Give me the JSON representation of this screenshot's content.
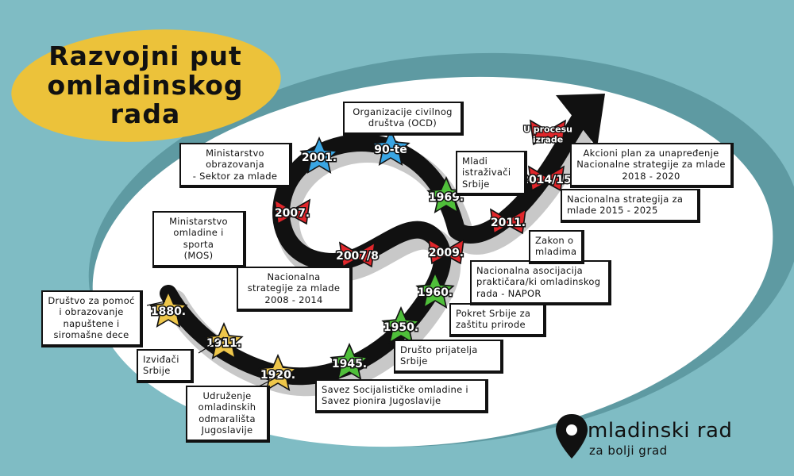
{
  "title": "Razvojni put\nomladinskog\nrada",
  "colors": {
    "background": "#7fbcc4",
    "ellipse": "#ffffff",
    "ellipse_ring": "#5e9aa2",
    "title_blob": "#ecc23a",
    "path": "#111111",
    "path_shadow": "#c8c8c8",
    "yellow": "#eec64a",
    "green": "#4fbf3a",
    "red": "#e0262b",
    "blue": "#3aa6e4"
  },
  "milestones": [
    {
      "year": "1880.",
      "color": "yellow",
      "kind": "star"
    },
    {
      "year": "1911.",
      "color": "yellow",
      "kind": "star"
    },
    {
      "year": "1920.",
      "color": "yellow",
      "kind": "star"
    },
    {
      "year": "1945.",
      "color": "green",
      "kind": "star"
    },
    {
      "year": "1950.",
      "color": "green",
      "kind": "star"
    },
    {
      "year": "1960.",
      "color": "green",
      "kind": "star"
    },
    {
      "year": "2009.",
      "color": "red",
      "kind": "bow"
    },
    {
      "year": "2007/8",
      "color": "red",
      "kind": "bow"
    },
    {
      "year": "2007.",
      "color": "red",
      "kind": "bow"
    },
    {
      "year": "2001.",
      "color": "blue",
      "kind": "star"
    },
    {
      "year": "90-te",
      "color": "blue",
      "kind": "star"
    },
    {
      "year": "1969.",
      "color": "green",
      "kind": "star"
    },
    {
      "year": "2011.",
      "color": "red",
      "kind": "bow"
    },
    {
      "year": "2014/15",
      "color": "red",
      "kind": "bow"
    },
    {
      "year": "U procesu\nizrade",
      "color": "red",
      "kind": "bow"
    }
  ],
  "boxes": [
    {
      "text": "Društvo za pomoć\ni obrazovanje\nnapuštene i\nsiromašne dece"
    },
    {
      "text": "Izviđači\nSrbije"
    },
    {
      "text": "Udruženje\nomladinskih\nodmarališta\nJugoslavije"
    },
    {
      "text": "Savez Socijalističke omladine i\nSavez pionira Jugoslavije"
    },
    {
      "text": "Društo prijatelja\nSrbije"
    },
    {
      "text": "Pokret Srbije za\nzaštitu prirode"
    },
    {
      "text": "Nacionalna asocijacija\npraktičara/ki omladinskog\nrada - NAPOR"
    },
    {
      "text": "Nacionalna\nstrategije za mlade\n2008 - 2014"
    },
    {
      "text": "Ministarstvo\nomladine i sporta\n(MOS)"
    },
    {
      "text": "Ministarstvo\nobrazovanja\n- Sektor za mlade"
    },
    {
      "text": "Organizacije civilnog\ndruštva (OCD)"
    },
    {
      "text": "Mladi\nistraživači\nSrbije"
    },
    {
      "text": "Zakon o\nmladima"
    },
    {
      "text": "Nacionalna strategija za\nmlade 2015 - 2025"
    },
    {
      "text": "Akcioni plan za unapređenje\nNacionalne strategije za mlade\n2018 - 2020"
    }
  ],
  "logo": {
    "name": "mladinski rad",
    "tagline": "za bolji grad",
    "icon": "location-pin-icon"
  }
}
